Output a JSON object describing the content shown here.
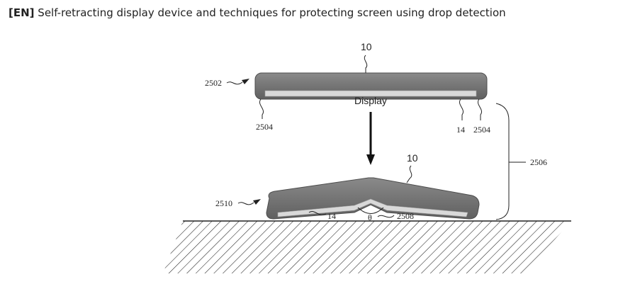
{
  "header": {
    "lang_tag": "[EN]",
    "title": "Self-retracting display device and techniques for protecting screen using drop detection"
  },
  "figure": {
    "labels": {
      "top_device": "10",
      "display": "Display",
      "top_left_device": "2502",
      "top_left_edge": "2504",
      "top_right_screen": "14",
      "top_right_edge": "2504",
      "bottom_device": "10",
      "bottom_left_device": "2510",
      "bottom_screen": "14",
      "angle": "θ",
      "bottom_hinge": "2508",
      "drop_distance": "2506"
    },
    "colors": {
      "device_body": "#737373",
      "device_edge": "#4d4d4d",
      "screen": "#d9d9d9",
      "ink": "#222222"
    }
  }
}
